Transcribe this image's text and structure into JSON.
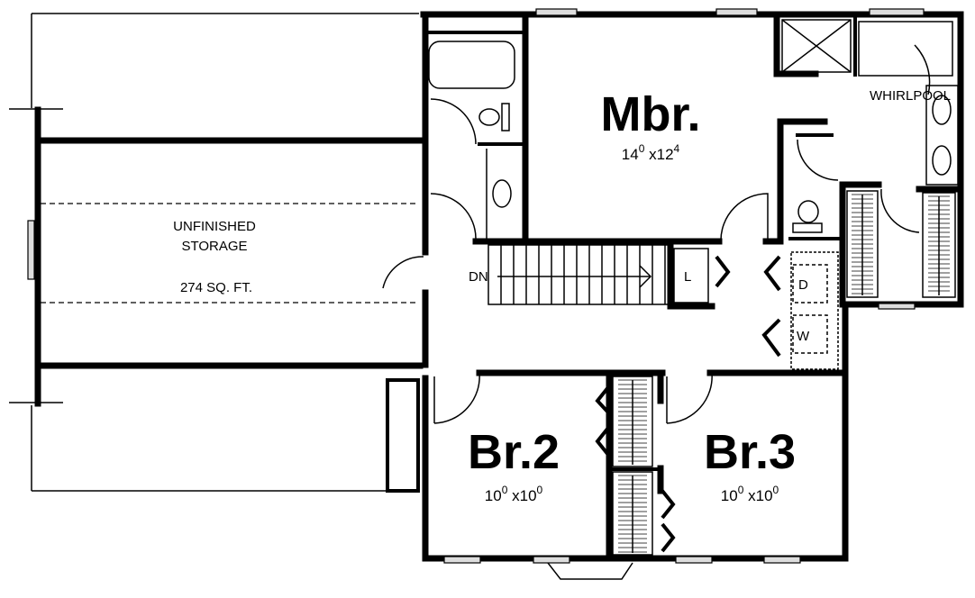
{
  "rooms": {
    "master": {
      "name": "Mbr.",
      "dim_w": "14",
      "dim_w_sup": "0",
      "dim_h": "x12",
      "dim_h_sup": "4"
    },
    "br2": {
      "name": "Br.2",
      "dim_w": "10",
      "dim_w_sup": "0",
      "dim_h": "x10",
      "dim_h_sup": "0"
    },
    "br3": {
      "name": "Br.3",
      "dim_w": "10",
      "dim_w_sup": "0",
      "dim_h": "x10",
      "dim_h_sup": "0"
    },
    "storage": {
      "line1": "UNFINISHED",
      "line2": "STORAGE",
      "area": "274 SQ. FT."
    }
  },
  "fixtures": {
    "whirlpool": "WHIRLPOOL",
    "stairs": "DN",
    "linen": "L",
    "dryer": "D",
    "washer": "W"
  }
}
